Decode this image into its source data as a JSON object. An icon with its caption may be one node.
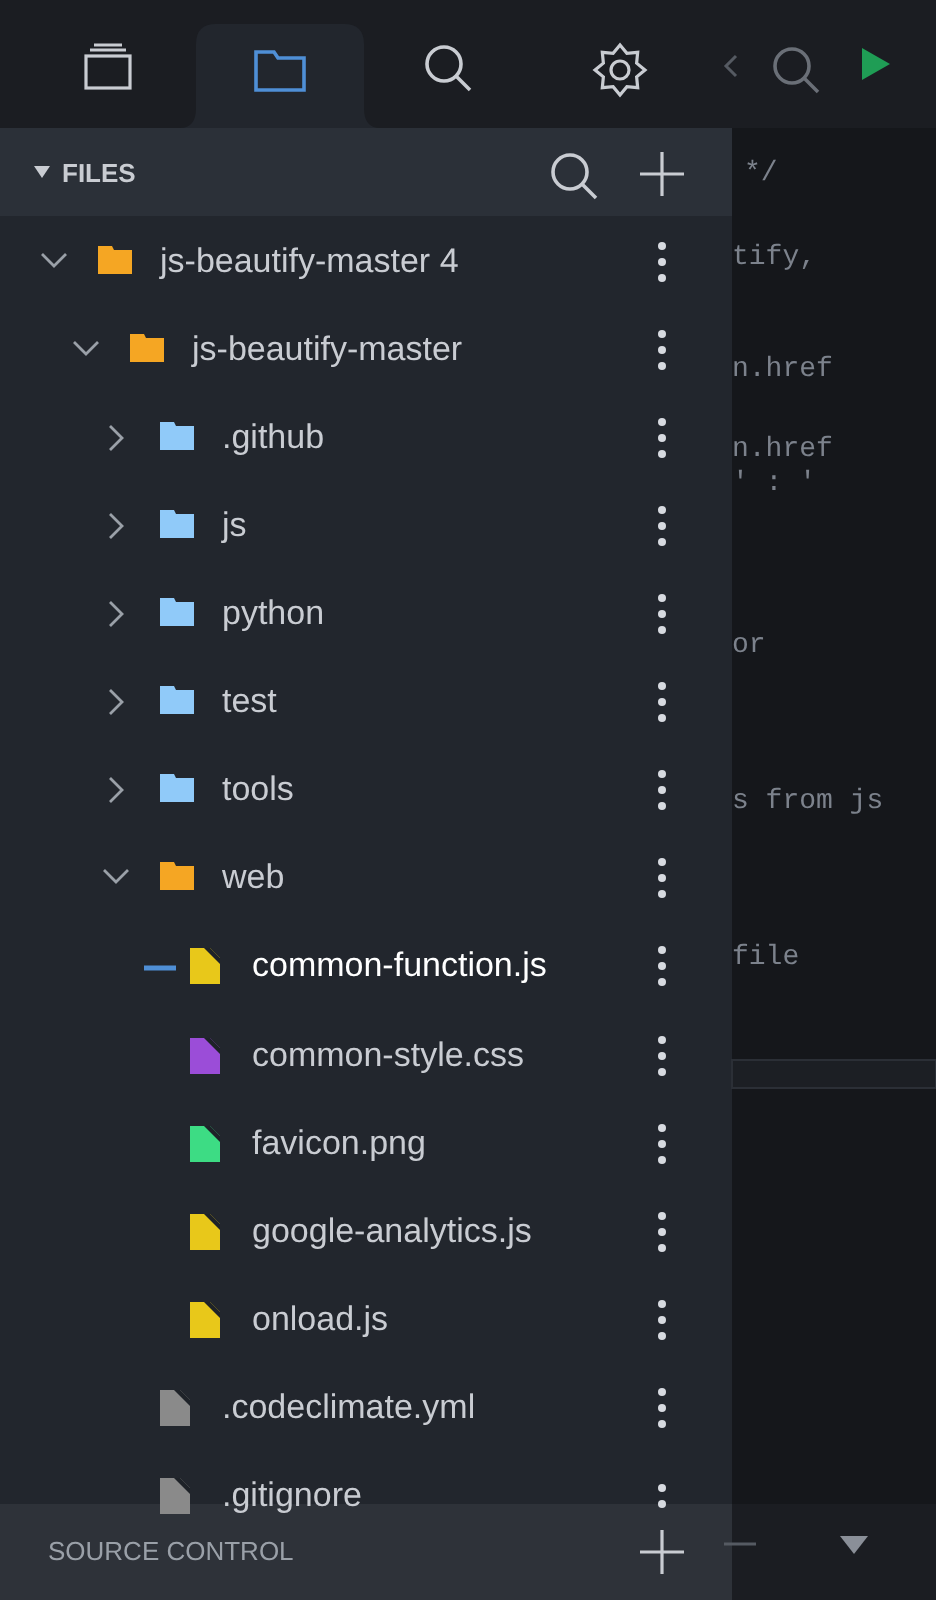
{
  "diagram": {
    "labels": [
      "FILES",
      "js-beautify-master 4",
      "js-beautify-master",
      ".github",
      "js",
      "python",
      "test",
      "tools",
      "web",
      "common-function.js",
      "common-style.css",
      "favicon.png",
      "google-analytics.js",
      "onload.js",
      ".codeclimate.yml",
      ".gitignore",
      "SOURCE CONTROL",
      "*/",
      "tify,",
      "n.href",
      "n.href",
      "' : '",
      "or",
      "s from js",
      "file"
    ]
  }
}
